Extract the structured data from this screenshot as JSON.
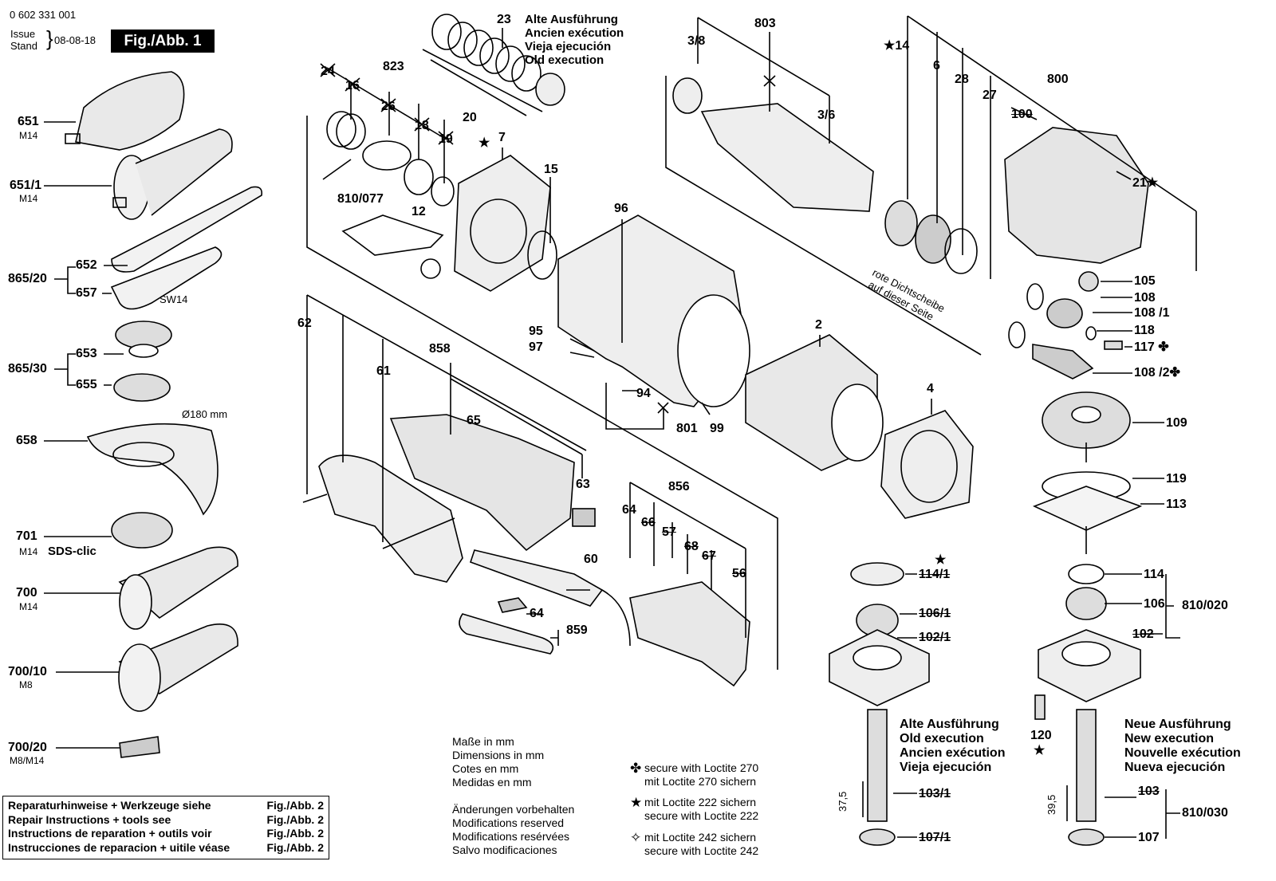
{
  "header": {
    "doc_number": "0 602 331 001",
    "issue_label": "Issue",
    "stand_label": "Stand",
    "issue_date": "08-08-18",
    "figure_badge": "Fig./Abb. 1"
  },
  "old_execution_top": [
    "Alte Ausführung",
    "Ancien exécution",
    "Vieja ejecución",
    "Old execution"
  ],
  "parts": {
    "p651": "651",
    "p651_1": "651/1",
    "m14_a": "M14",
    "m14_b": "M14",
    "p652": "652",
    "p865_20": "865/20",
    "p657": "657",
    "sw14": "SW14",
    "p653": "653",
    "p865_30": "865/30",
    "p655": "655",
    "p658": "658",
    "dia": "Ø180 mm",
    "p701": "701",
    "m14_c": "M14",
    "sds": "SDS-clic",
    "p700": "700",
    "m14_d": "M14",
    "p700_10": "700/10",
    "m8": "M8",
    "p700_20": "700/20",
    "m8m14": "M8/M14",
    "p24": "24",
    "p16": "16",
    "p26": "26",
    "p18": "18",
    "p19": "19",
    "p823": "823",
    "p23": "23",
    "p20": "20",
    "p7": "7",
    "p15": "15",
    "p810_077": "810/077",
    "p12": "12",
    "p62": "62",
    "p61": "61",
    "p858": "858",
    "p65": "65",
    "p63": "63",
    "p96": "96",
    "p95": "95",
    "p97": "97",
    "p94": "94",
    "p801": "801",
    "p99": "99",
    "p60": "60",
    "p64a": "64",
    "p64b": "64",
    "p859": "859",
    "p856": "856",
    "p66": "66",
    "p57": "57",
    "p68": "68",
    "p67": "67",
    "p56": "56",
    "p3_8": "3/8",
    "p803": "803",
    "p3_6": "3/6",
    "p14": "★14",
    "p6": "6",
    "p28": "28",
    "p27": "27",
    "p800": "800",
    "p100": "100",
    "p21": "21★",
    "red_note_1": "rote Dichtscheibe",
    "red_note_2": "auf dieser Seite",
    "p2": "2",
    "p4": "4",
    "p105": "105",
    "p108": "108",
    "p108_1": "108 /1",
    "p118": "118",
    "p117": "117 ✤",
    "p108_2": "108 /2✤",
    "p109": "109",
    "p119": "119",
    "p113": "113",
    "p114_1": "114/1",
    "p106_1": "106/1",
    "p102_1": "102/1",
    "p114": "114",
    "p106": "106",
    "p102": "102",
    "p810_020": "810/020",
    "p120": "120",
    "p103_1": "103/1",
    "p107_1": "107/1",
    "p103": "103",
    "p107": "107",
    "p810_030": "810/030",
    "dim_37_5": "37,5",
    "dim_39_5": "39,5"
  },
  "old_execution_bottom": [
    "Alte Ausführung",
    "Old execution",
    "Ancien exécution",
    "Vieja ejecución"
  ],
  "new_execution_bottom": [
    "Neue Ausführung",
    "New execution",
    "Nouvelle exécution",
    "Nueva ejecución"
  ],
  "dimensions_note": [
    "Maße in mm",
    "Dimensions in mm",
    "Cotes en mm",
    "Medidas en mm"
  ],
  "modifications_note": [
    "Änderungen vorbehalten",
    "Modifications reserved",
    "Modifications resérvées",
    "Salvo modificaciones"
  ],
  "loctite_notes": [
    {
      "symbol": "✤",
      "lines": [
        "secure with Loctite 270",
        "mit Loctite 270 sichern"
      ]
    },
    {
      "symbol": "★",
      "lines": [
        "mit Loctite 222 sichern",
        "secure with Loctite 222"
      ]
    },
    {
      "symbol": "✧",
      "lines": [
        "mit Loctite 242 sichern",
        "secure with Loctite 242"
      ]
    }
  ],
  "repair_box": [
    {
      "text": "Reparaturhinweise + Werkzeuge siehe",
      "ref": "Fig./Abb. 2"
    },
    {
      "text": "Repair Instructions + tools see",
      "ref": "Fig./Abb. 2"
    },
    {
      "text": "Instructions de reparation + outils voir",
      "ref": "Fig./Abb. 2"
    },
    {
      "text": "Instrucciones de reparacion + uitile véase",
      "ref": "Fig./Abb. 2"
    }
  ]
}
